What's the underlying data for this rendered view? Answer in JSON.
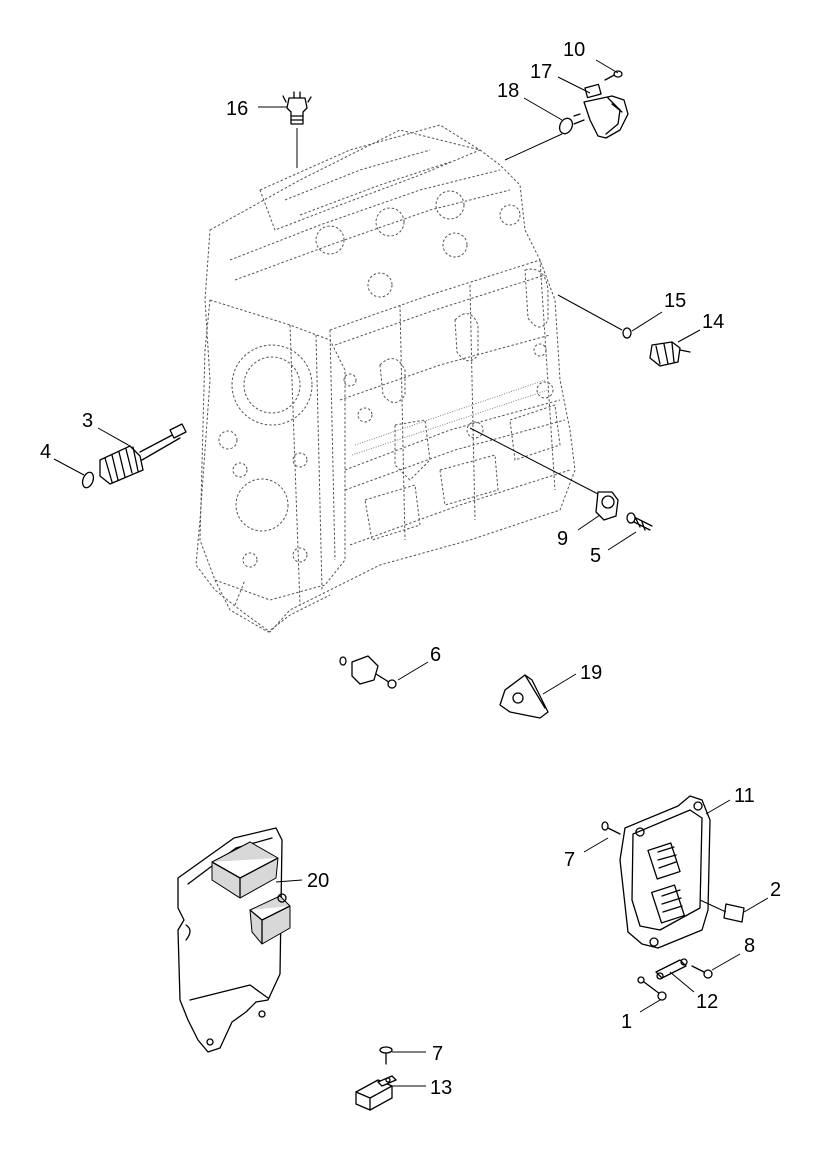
{
  "diagram": {
    "callouts": [
      {
        "id": "c16",
        "text": "16"
      },
      {
        "id": "c10",
        "text": "10"
      },
      {
        "id": "c17",
        "text": "17"
      },
      {
        "id": "c18",
        "text": "18"
      },
      {
        "id": "c15",
        "text": "15"
      },
      {
        "id": "c14",
        "text": "14"
      },
      {
        "id": "c3",
        "text": "3"
      },
      {
        "id": "c4",
        "text": "4"
      },
      {
        "id": "c9",
        "text": "9"
      },
      {
        "id": "c5",
        "text": "5"
      },
      {
        "id": "c6",
        "text": "6"
      },
      {
        "id": "c19",
        "text": "19"
      },
      {
        "id": "c11",
        "text": "11"
      },
      {
        "id": "c7a",
        "text": "7"
      },
      {
        "id": "c2",
        "text": "2"
      },
      {
        "id": "c8",
        "text": "8"
      },
      {
        "id": "c12",
        "text": "12"
      },
      {
        "id": "c1",
        "text": "1"
      },
      {
        "id": "c20",
        "text": "20"
      },
      {
        "id": "c7b",
        "text": "7"
      },
      {
        "id": "c13",
        "text": "13"
      }
    ]
  }
}
